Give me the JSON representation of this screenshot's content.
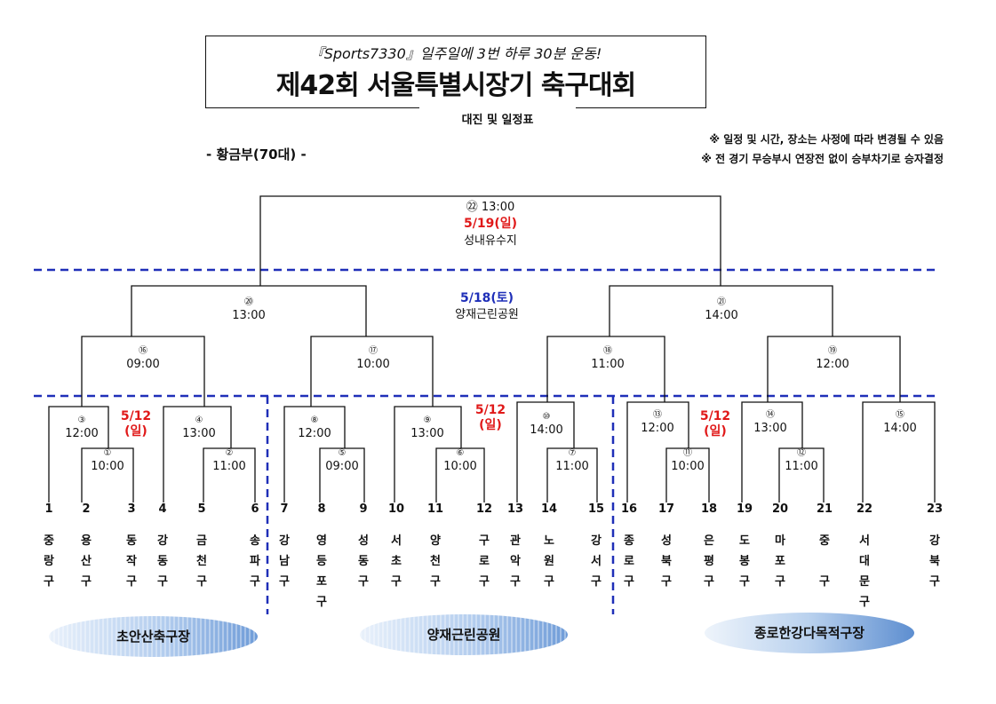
{
  "header": {
    "slogan": "『Sports7330』일주일에 3번 하루 30분 운동!",
    "title": "제42회 서울특별시장기 축구대회",
    "subtitle": "대진 및 일정표",
    "division": "- 황금부(70대) -",
    "notes": [
      "※ 일정 및 시간, 장소는 사정에 따라 변경될 수 있음",
      "※ 전 경기 무승부시 연장전 없이 승부차기로 승자결정"
    ]
  },
  "final": {
    "label": "㉒ 13:00",
    "date": "5/19(일)",
    "venue": "성내유수지"
  },
  "semifinal": {
    "date": "5/18(토)",
    "venue": "양재근린공원",
    "matches": [
      {
        "num": "⑳",
        "time": "13:00"
      },
      {
        "num": "㉑",
        "time": "14:00"
      }
    ]
  },
  "quarterfinals": [
    {
      "num": "⑯",
      "time": "09:00"
    },
    {
      "num": "⑰",
      "time": "10:00"
    },
    {
      "num": "⑱",
      "time": "11:00"
    },
    {
      "num": "⑲",
      "time": "12:00"
    }
  ],
  "early_matches": [
    {
      "num": "③",
      "time": "12:00"
    },
    {
      "num": "①",
      "time": "10:00"
    },
    {
      "num": "④",
      "time": "13:00"
    },
    {
      "num": "②",
      "time": "11:00"
    },
    {
      "num": "⑧",
      "time": "12:00"
    },
    {
      "num": "⑤",
      "time": "09:00"
    },
    {
      "num": "⑨",
      "time": "13:00"
    },
    {
      "num": "⑥",
      "time": "10:00"
    },
    {
      "num": "⑩",
      "time": "14:00"
    },
    {
      "num": "⑦",
      "time": "11:00"
    },
    {
      "num": "⑬",
      "time": "12:00"
    },
    {
      "num": "⑪",
      "time": "10:00"
    },
    {
      "num": "⑭",
      "time": "13:00"
    },
    {
      "num": "⑫",
      "time": "11:00"
    },
    {
      "num": "⑮",
      "time": "14:00"
    }
  ],
  "round1_dates": [
    {
      "line1": "5/12",
      "line2": "(일)"
    },
    {
      "line1": "5/12",
      "line2": "(일)"
    },
    {
      "line1": "5/12",
      "line2": "(일)"
    }
  ],
  "teams": [
    {
      "num": "1",
      "name": [
        "중",
        "랑",
        "구"
      ]
    },
    {
      "num": "2",
      "name": [
        "용",
        "산",
        "구"
      ]
    },
    {
      "num": "3",
      "name": [
        "동",
        "작",
        "구"
      ]
    },
    {
      "num": "4",
      "name": [
        "강",
        "동",
        "구"
      ]
    },
    {
      "num": "5",
      "name": [
        "금",
        "천",
        "구"
      ]
    },
    {
      "num": "6",
      "name": [
        "송",
        "파",
        "구"
      ]
    },
    {
      "num": "7",
      "name": [
        "강",
        "남",
        "구"
      ]
    },
    {
      "num": "8",
      "name": [
        "영",
        "등",
        "포",
        "구"
      ]
    },
    {
      "num": "9",
      "name": [
        "성",
        "동",
        "구"
      ]
    },
    {
      "num": "10",
      "name": [
        "서",
        "초",
        "구"
      ]
    },
    {
      "num": "11",
      "name": [
        "양",
        "천",
        "구"
      ]
    },
    {
      "num": "12",
      "name": [
        "구",
        "로",
        "구"
      ]
    },
    {
      "num": "13",
      "name": [
        "관",
        "악",
        "구"
      ]
    },
    {
      "num": "14",
      "name": [
        "노",
        "원",
        "구"
      ]
    },
    {
      "num": "15",
      "name": [
        "강",
        "서",
        "구"
      ]
    },
    {
      "num": "16",
      "name": [
        "종",
        "로",
        "구"
      ]
    },
    {
      "num": "17",
      "name": [
        "성",
        "북",
        "구"
      ]
    },
    {
      "num": "18",
      "name": [
        "은",
        "평",
        "구"
      ]
    },
    {
      "num": "19",
      "name": [
        "도",
        "봉",
        "구"
      ]
    },
    {
      "num": "20",
      "name": [
        "마",
        "포",
        "구"
      ]
    },
    {
      "num": "21",
      "name": [
        "중",
        "",
        "구"
      ]
    },
    {
      "num": "22",
      "name": [
        "서",
        "대",
        "문",
        "구"
      ]
    },
    {
      "num": "23",
      "name": [
        "강",
        "북",
        "구"
      ]
    }
  ],
  "venues": [
    "초안산축구장",
    "양재근린공원",
    "종로한강다목적구장"
  ],
  "colors": {
    "date_red": "#e01919",
    "date_blue": "#1f2fb8",
    "divider": "#1f2fb8",
    "line": "#111111"
  }
}
